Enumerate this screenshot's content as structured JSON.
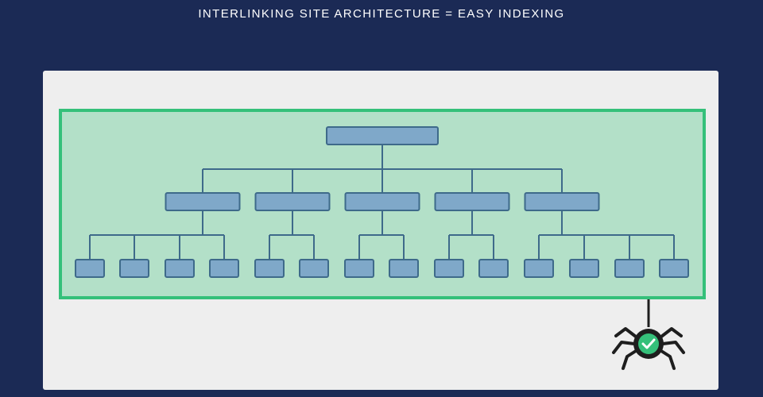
{
  "title": "INTERLINKING SITE ARCHITECTURE = EASY INDEXING",
  "colors": {
    "background": "#1b2a55",
    "panel": "#eeeeee",
    "zone_fill": "#b3e0c8",
    "zone_border": "#35c07a",
    "node_fill": "#7fa8c9",
    "node_stroke": "#3e6a8a",
    "connector": "#3e6a8a",
    "spider": "#1e1e1e",
    "spider_badge": "#35c07a"
  },
  "tree": {
    "root": "page-root",
    "levels": [
      {
        "level": 1,
        "count": 1
      },
      {
        "level": 2,
        "count": 5
      },
      {
        "level": 3,
        "count": 14
      }
    ],
    "children_per_level2": [
      4,
      2,
      2,
      2,
      4
    ]
  },
  "spider": {
    "icon": "spider-crawler-icon",
    "badge_icon": "checkmark-icon"
  }
}
